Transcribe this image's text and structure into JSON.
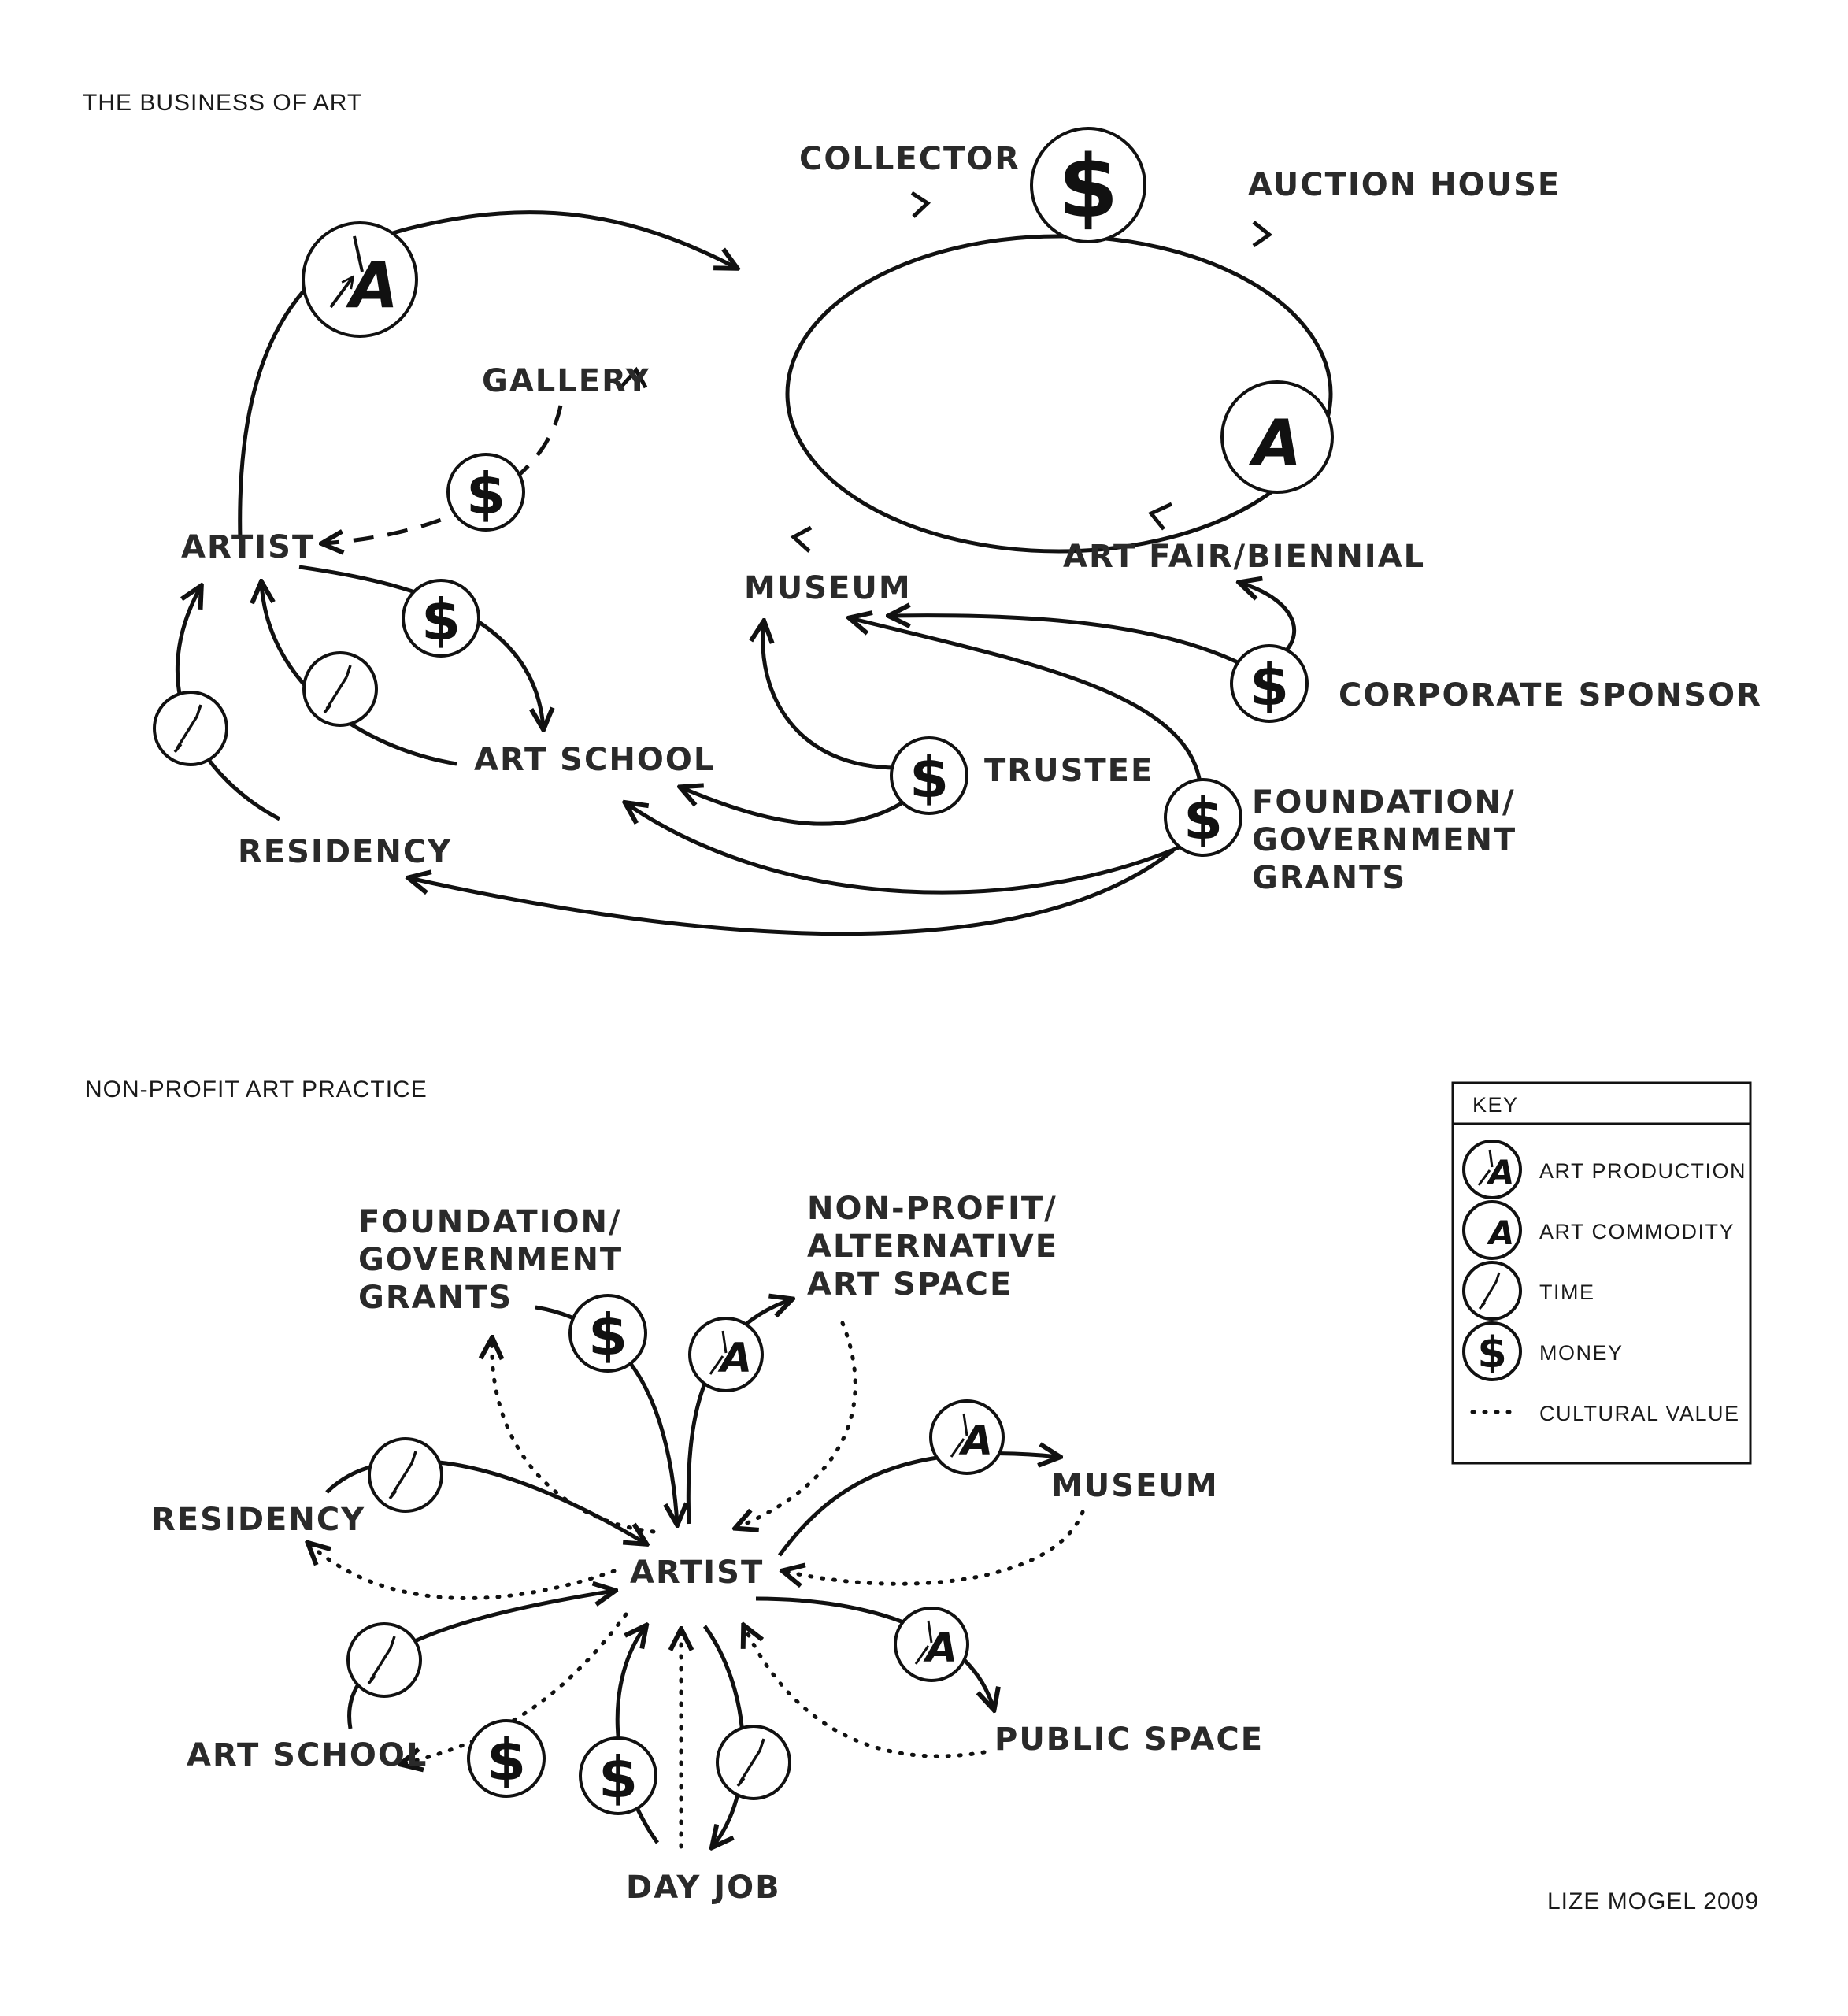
{
  "titles": {
    "top": "THE BUSINESS OF ART",
    "bottom": "NON-PROFIT ART PRACTICE",
    "credit": "LIZE MOGEL 2009"
  },
  "business_of_art": {
    "collector": "COLLECTOR",
    "auction_house": "AUCTION HOUSE",
    "gallery": "GALLERY",
    "artist": "ARTIST",
    "museum": "MUSEUM",
    "art_fair": "ART FAIR/BIENNIAL",
    "corporate_sponsor": "CORPORATE SPONSOR",
    "trustee": "TRUSTEE",
    "foundation_l1": "FOUNDATION/",
    "foundation_l2": "GOVERNMENT",
    "foundation_l3": "GRANTS",
    "art_school": "ART SCHOOL",
    "residency": "RESIDENCY"
  },
  "non_profit": {
    "foundation_l1": "FOUNDATION/",
    "foundation_l2": "GOVERNMENT",
    "foundation_l3": "GRANTS",
    "space_l1": "NON-PROFIT/",
    "space_l2": "ALTERNATIVE",
    "space_l3": "ART SPACE",
    "museum": "MUSEUM",
    "residency": "RESIDENCY",
    "artist": "ARTIST",
    "art_school": "ART SCHOOL",
    "public_space": "PUBLIC SPACE",
    "day_job": "DAY JOB"
  },
  "key": {
    "title": "KEY",
    "art_production": "ART PRODUCTION",
    "art_commodity": "ART COMMODITY",
    "time": "TIME",
    "money": "MONEY",
    "cultural_value": "CULTURAL VALUE"
  },
  "glyphs": {
    "money": "$",
    "commodity": "A"
  },
  "icons": [
    "art-production-icon",
    "art-commodity-icon",
    "time-icon",
    "money-icon"
  ]
}
